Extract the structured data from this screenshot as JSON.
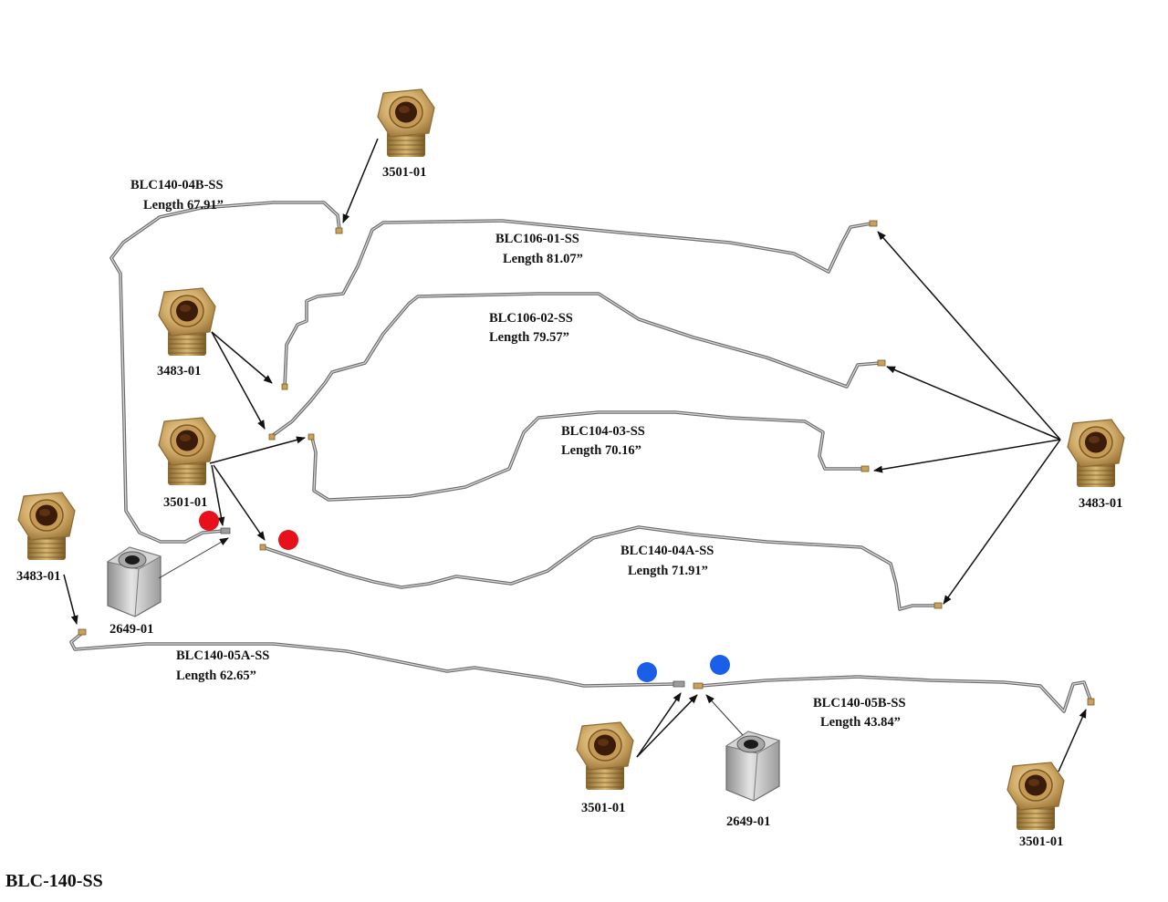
{
  "diagram": {
    "title": "BLC-140-SS",
    "lines": [
      {
        "id": "BLC140-04B-SS",
        "part": "BLC140-04B-SS",
        "length": "Length 67.91”"
      },
      {
        "id": "BLC106-01-SS",
        "part": "BLC106-01-SS",
        "length": "Length 81.07”"
      },
      {
        "id": "BLC106-02-SS",
        "part": "BLC106-02-SS",
        "length": "Length 79.57”"
      },
      {
        "id": "BLC104-03-SS",
        "part": "BLC104-03-SS",
        "length": "Length 70.16”"
      },
      {
        "id": "BLC140-04A-SS",
        "part": "BLC140-04A-SS",
        "length": "Length 71.91”"
      },
      {
        "id": "BLC140-05A-SS",
        "part": "BLC140-05A-SS",
        "length": "Length 62.65”"
      },
      {
        "id": "BLC140-05B-SS",
        "part": "BLC140-05B-SS",
        "length": "Length 43.84”"
      }
    ],
    "fittings": [
      {
        "part": "3501-01",
        "type": "brass-tube-nut"
      },
      {
        "part": "3483-01",
        "type": "brass-tube-nut"
      },
      {
        "part": "3501-01",
        "type": "brass-tube-nut"
      },
      {
        "part": "3483-01",
        "type": "brass-tube-nut"
      },
      {
        "part": "3483-01",
        "type": "brass-tube-nut"
      },
      {
        "part": "2649-01",
        "type": "steel-union"
      },
      {
        "part": "3501-01",
        "type": "brass-tube-nut"
      },
      {
        "part": "2649-01",
        "type": "steel-union"
      },
      {
        "part": "3501-01",
        "type": "brass-tube-nut"
      }
    ],
    "markers": {
      "red_color": "#e8101a",
      "blue_color": "#1a5fe8",
      "brass_color": "#c9a15a",
      "steel_color": "#b8b8b8",
      "tube_color": "#8a8a8a"
    }
  }
}
